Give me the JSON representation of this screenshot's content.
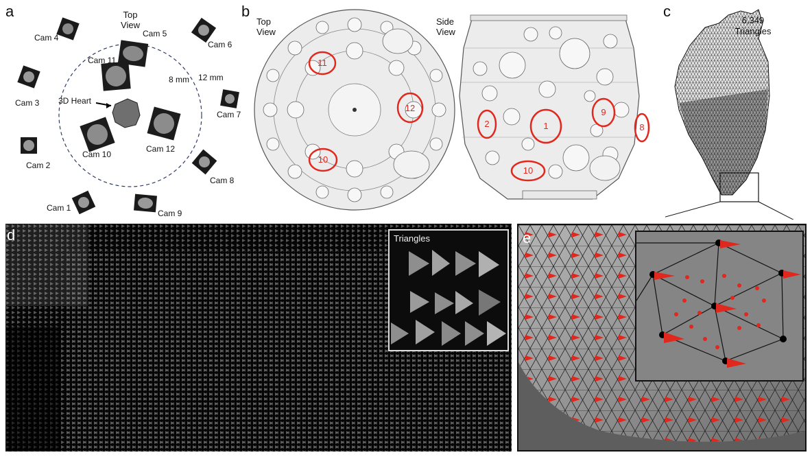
{
  "panels": {
    "a": {
      "letter": "a",
      "top_view": "Top\nView",
      "cams": [
        "Cam 1",
        "Cam 2",
        "Cam 3",
        "Cam 4",
        "Cam 5",
        "Cam 6",
        "Cam 7",
        "Cam 8",
        "Cam 9",
        "Cam 10",
        "Cam 11",
        "Cam 12"
      ],
      "heart_label": "3D Heart",
      "dim_inner": "8 mm",
      "dim_outer": "12 mm"
    },
    "b": {
      "letter": "b",
      "top_view": "Top\nView",
      "side_view": "Side\nView",
      "top_ports": [
        "11",
        "12",
        "10"
      ],
      "side_ports": [
        "2",
        "1",
        "9",
        "8",
        "10"
      ]
    },
    "c": {
      "letter": "c",
      "triangles": "6,349\nTriangles"
    },
    "d": {
      "letter": "d",
      "inset_title": "Triangles"
    },
    "e": {
      "letter": "e"
    }
  },
  "colors": {
    "accent_red": "#e0281e",
    "dashed_circle": "#2f3a66",
    "panel_dark": "#050505"
  }
}
